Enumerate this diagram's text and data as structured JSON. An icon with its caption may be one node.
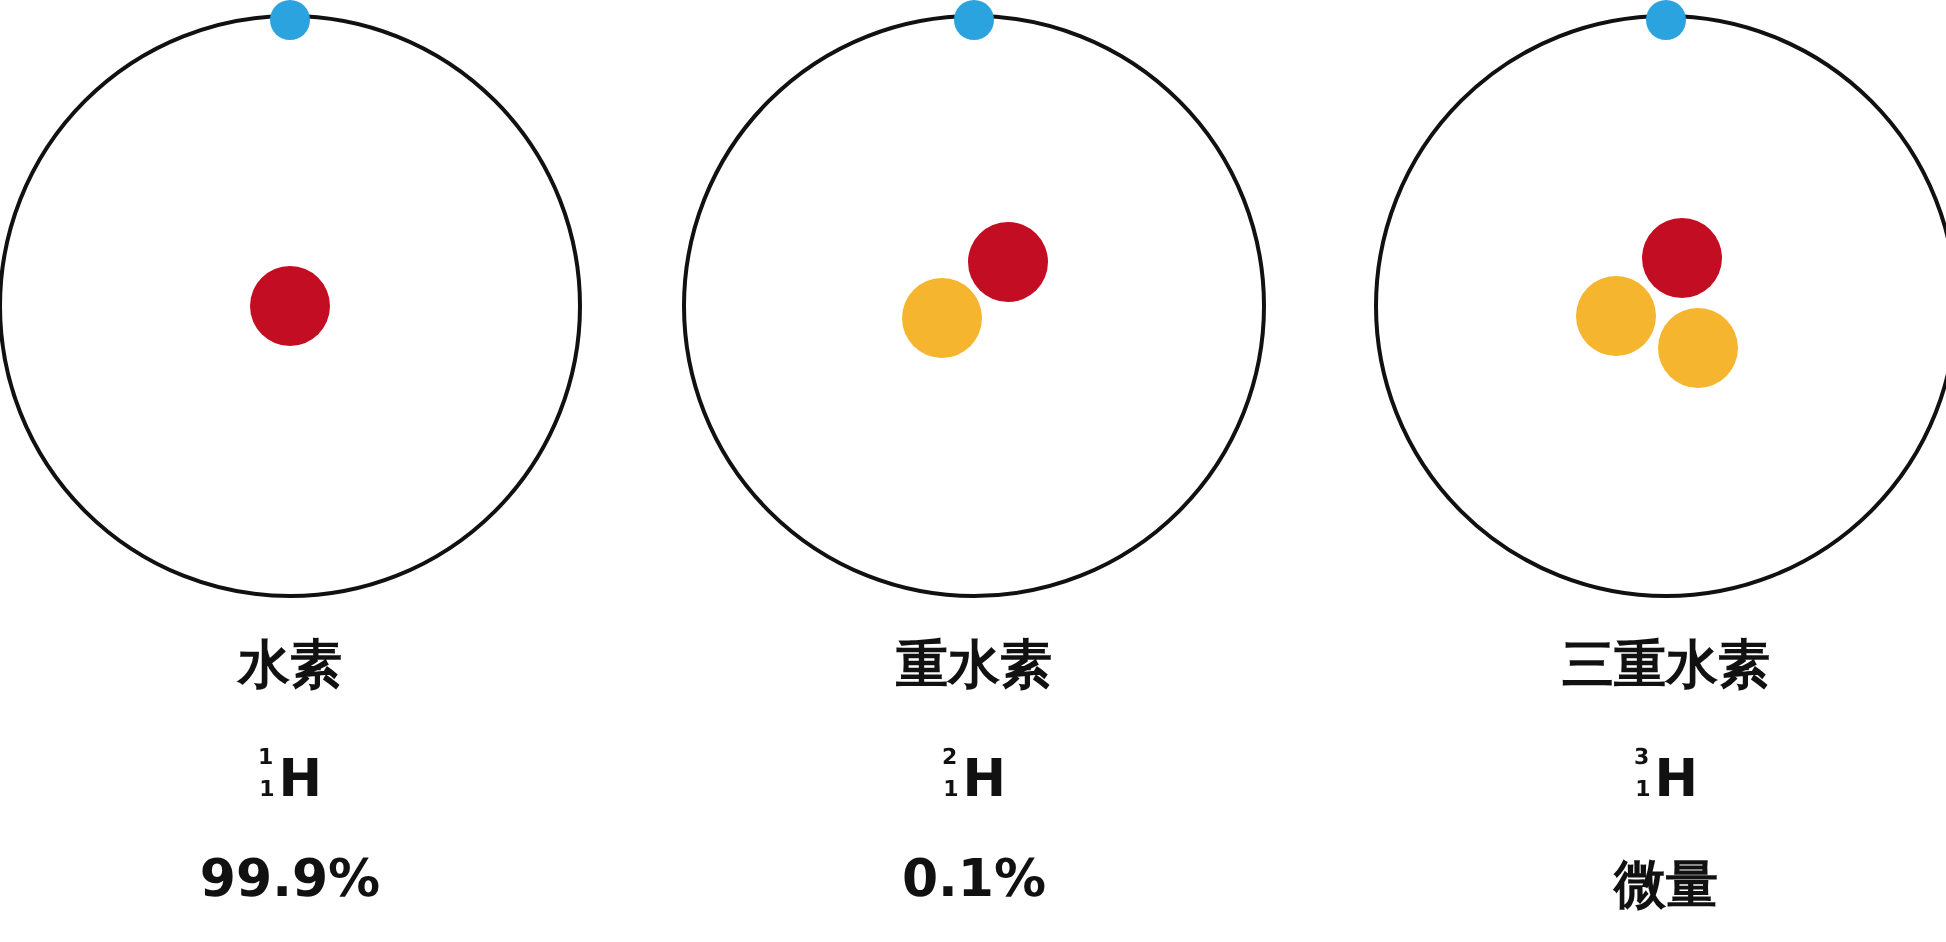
{
  "diagram": {
    "labels": [
      "水素",
      "重水素",
      "三重水素",
      "$^{1}$$_{1}$H",
      "$^{2}$$_{1}$H",
      "$^{3}$$_{1}$H",
      "99.9%",
      "0.1%",
      "微量"
    ]
  }
}
